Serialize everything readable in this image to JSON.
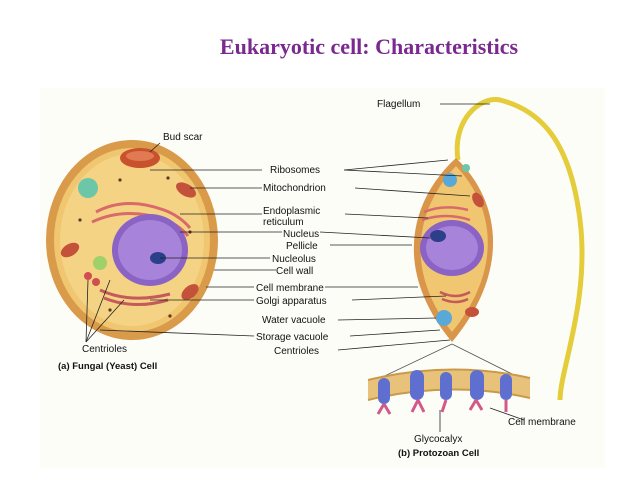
{
  "title": "Eukaryotic cell: Characteristics",
  "labels": {
    "flagellum": "Flagellum",
    "bud_scar": "Bud scar",
    "ribosomes": "Ribosomes",
    "mitochondrion": "Mitochondrion",
    "er_line1": "Endoplasmic",
    "er_line2": "reticulum",
    "nucleus": "Nucleus",
    "pellicle": "Pellicle",
    "nucleolus": "Nucleolus",
    "cell_wall": "Cell wall",
    "cell_membrane": "Cell membrane",
    "golgi": "Golgi apparatus",
    "water_vacuole": "Water vacuole",
    "storage_vacuole": "Storage vacuole",
    "centrioles_center": "Centrioles",
    "centrioles_left": "Centrioles",
    "glycocalyx": "Glycocalyx",
    "cell_membrane_right": "Cell membrane"
  },
  "captions": {
    "fungal": "(a) Fungal (Yeast) Cell",
    "protozoan": "(b) Protozoan Cell"
  }
}
